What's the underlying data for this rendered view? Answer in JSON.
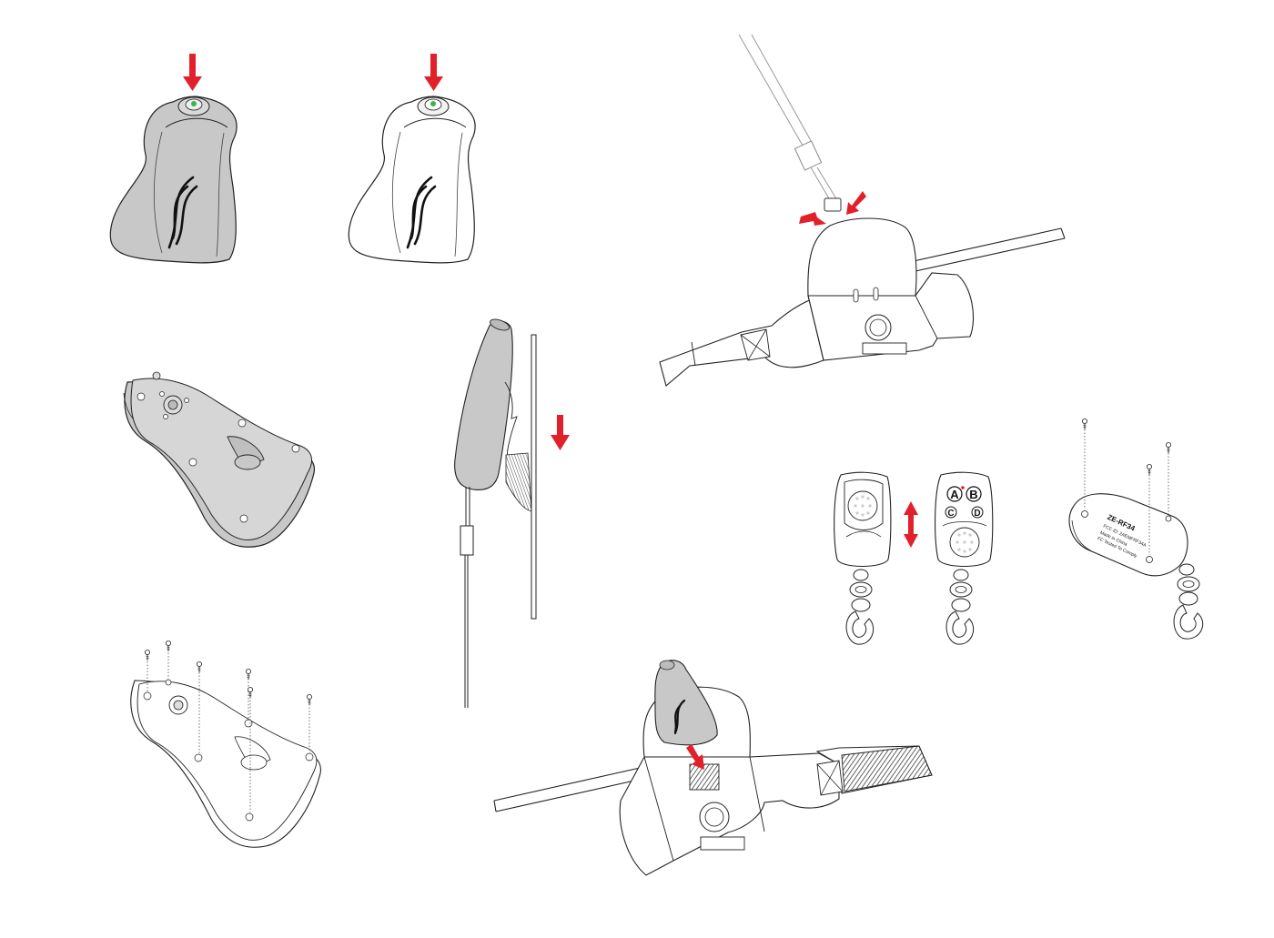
{
  "colors": {
    "arrow": "#e2202b",
    "line": "#222222",
    "fill_gray": "#c8c8c8",
    "led_green": "#39b54a"
  },
  "icons": [
    "arrow-down-icon",
    "arrow-double-vertical-icon",
    "screw-icon"
  ],
  "remote": {
    "buttons": [
      "A",
      "B",
      "C",
      "D"
    ],
    "label_brand": "ZE-RF34",
    "label_line1": "FCC ID: 2AEMFRF34A",
    "label_line2": "Made in China",
    "label_line3": "FC Tested To Comply"
  }
}
